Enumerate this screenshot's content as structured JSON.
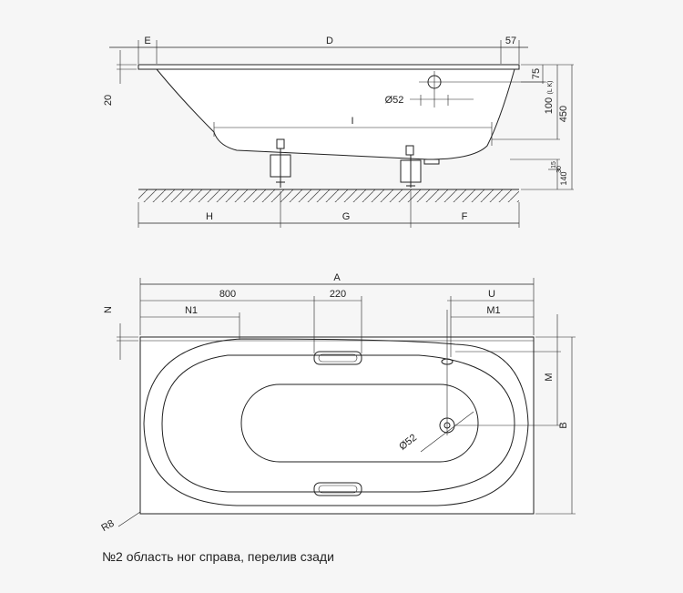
{
  "side_view": {
    "labels": {
      "E": "E",
      "D": "D",
      "dim57": "57",
      "dim20": "20",
      "dim75": "75",
      "dim100": "100",
      "lk": "(L K)",
      "dim450": "450",
      "dia52": "Ø52",
      "I": "I",
      "dim15": "15",
      "dim30": "30",
      "dim140": "140",
      "H": "H",
      "G": "G",
      "F": "F"
    }
  },
  "top_view": {
    "labels": {
      "A": "A",
      "dim800": "800",
      "dim220": "220",
      "U": "U",
      "N": "N",
      "N1": "N1",
      "M1": "M1",
      "M": "M",
      "B": "B",
      "dia52": "Ø52",
      "R8": "R8"
    }
  },
  "caption": "№2 область ног справа, перелив сзади"
}
